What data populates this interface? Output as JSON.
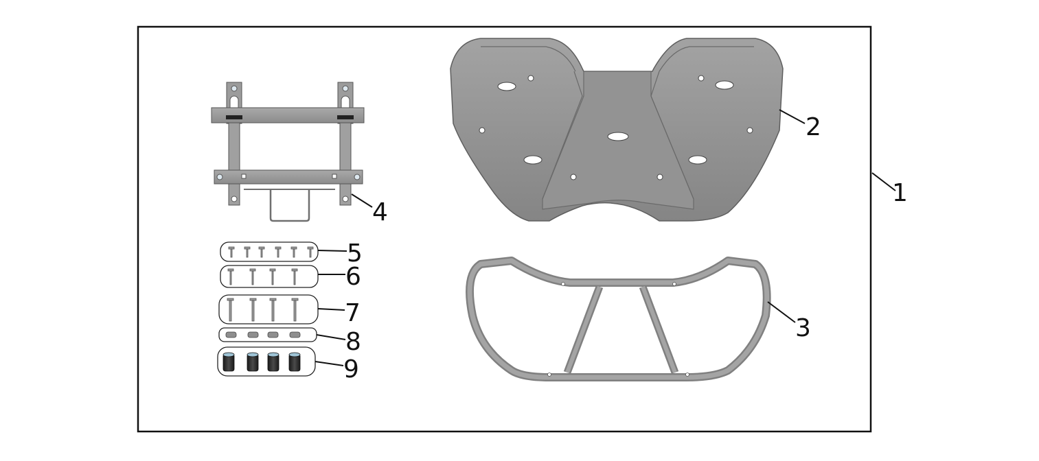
{
  "diagram": {
    "callouts": [
      {
        "id": "1",
        "label": "1"
      },
      {
        "id": "2",
        "label": "2"
      },
      {
        "id": "3",
        "label": "3"
      },
      {
        "id": "4",
        "label": "4"
      },
      {
        "id": "5",
        "label": "5"
      },
      {
        "id": "6",
        "label": "6"
      },
      {
        "id": "7",
        "label": "7"
      },
      {
        "id": "8",
        "label": "8"
      },
      {
        "id": "9",
        "label": "9"
      }
    ],
    "colors": {
      "frame": "#111111",
      "plate_fill": "#8f8f8f",
      "plate_edge": "#5e5e5e",
      "rail_fill": "#9a9a9a",
      "hardware": "#a8a8a8",
      "spacer": "#2b2b2b"
    }
  }
}
